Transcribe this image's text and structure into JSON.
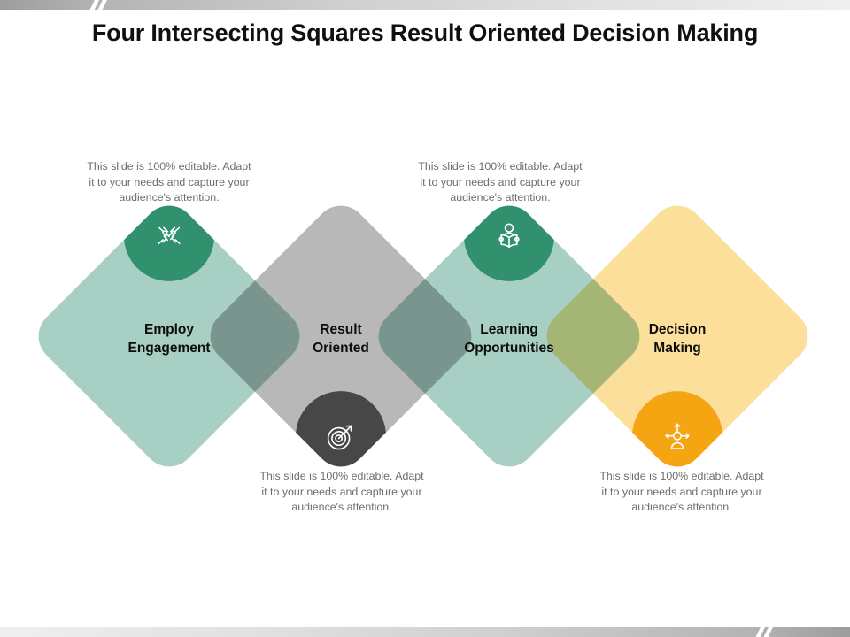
{
  "slide": {
    "title": "Four Intersecting Squares Result Oriented Decision Making",
    "placeholder_text": "This slide is 100% editable. Adapt it to your needs and capture your audience's attention."
  },
  "colors": {
    "green_light": "#a8cfc4",
    "green_dark": "#31916e",
    "gray_light": "#b8b8b8",
    "gray_dark": "#474747",
    "yellow_light": "#fbdf9a",
    "orange": "#f5a412",
    "title_text": "#101010",
    "label_text": "#0d0d0d",
    "caption_text": "#6d6d6d",
    "background": "#ffffff"
  },
  "nodes": [
    {
      "label": "Employ\nEngagement",
      "label_line1": "Employ",
      "label_line2": "Engagement",
      "shape_color": "#a8cfc4",
      "badge_color": "#31916e",
      "badge_position": "top",
      "icon": "teamwork-hands-icon",
      "caption": "This slide is 100% editable. Adapt it to your needs and capture your audience's attention.",
      "caption_position": "above"
    },
    {
      "label": "Result\nOriented",
      "label_line1": "Result",
      "label_line2": "Oriented",
      "shape_color": "#b8b8b8",
      "badge_color": "#474747",
      "badge_position": "bottom",
      "icon": "target-dart-icon",
      "caption": "This slide is 100% editable. Adapt it to your needs and capture your audience's attention.",
      "caption_position": "below"
    },
    {
      "label": "Learning\nOpportunities",
      "label_line1": "Learning",
      "label_line2": "Opportunities",
      "shape_color": "#a8cfc4",
      "badge_color": "#31916e",
      "badge_position": "top",
      "icon": "person-reading-book-icon",
      "caption": "This slide is 100% editable. Adapt it to your needs and capture your audience's attention.",
      "caption_position": "above"
    },
    {
      "label": "Decision\nMaking",
      "label_line1": "Decision",
      "label_line2": "Making",
      "shape_color": "#fbdf9a",
      "badge_color": "#f5a412",
      "badge_position": "bottom",
      "icon": "person-choice-arrows-icon",
      "caption": "This slide is 100% editable. Adapt it to your needs and capture your audience's attention.",
      "caption_position": "below"
    }
  ]
}
